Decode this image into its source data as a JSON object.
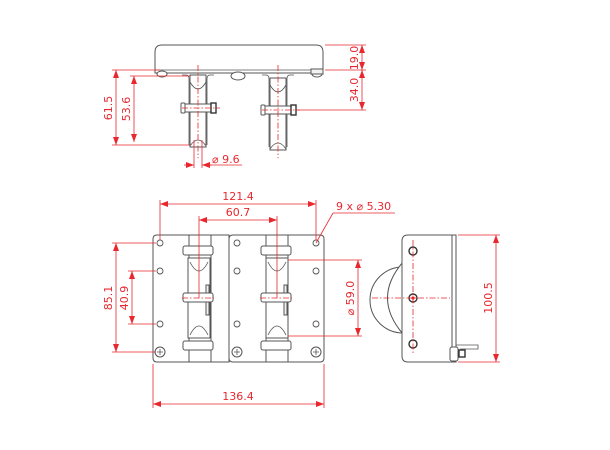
{
  "drawing": {
    "colors": {
      "dimension": "#e8282e",
      "outline": "#555555",
      "background": "#ffffff"
    },
    "top_view": {
      "dimensions": {
        "overall_height": "61.5",
        "sheave_drop": "53.6",
        "plate_thickness": "19.0",
        "axle_drop": "34.0",
        "rope_diameter": "⌀ 9.6"
      }
    },
    "front_view": {
      "dimensions": {
        "hole_span": "121.4",
        "sheave_spacing": "60.7",
        "hole_callout": "9 x ⌀ 5.30",
        "vertical_span": "85.1",
        "hole_pitch": "40.9",
        "sheave_diameter": "⌀ 59.0",
        "overall_width": "136.4"
      }
    },
    "side_view": {
      "dimensions": {
        "overall_height": "100.5"
      }
    }
  }
}
